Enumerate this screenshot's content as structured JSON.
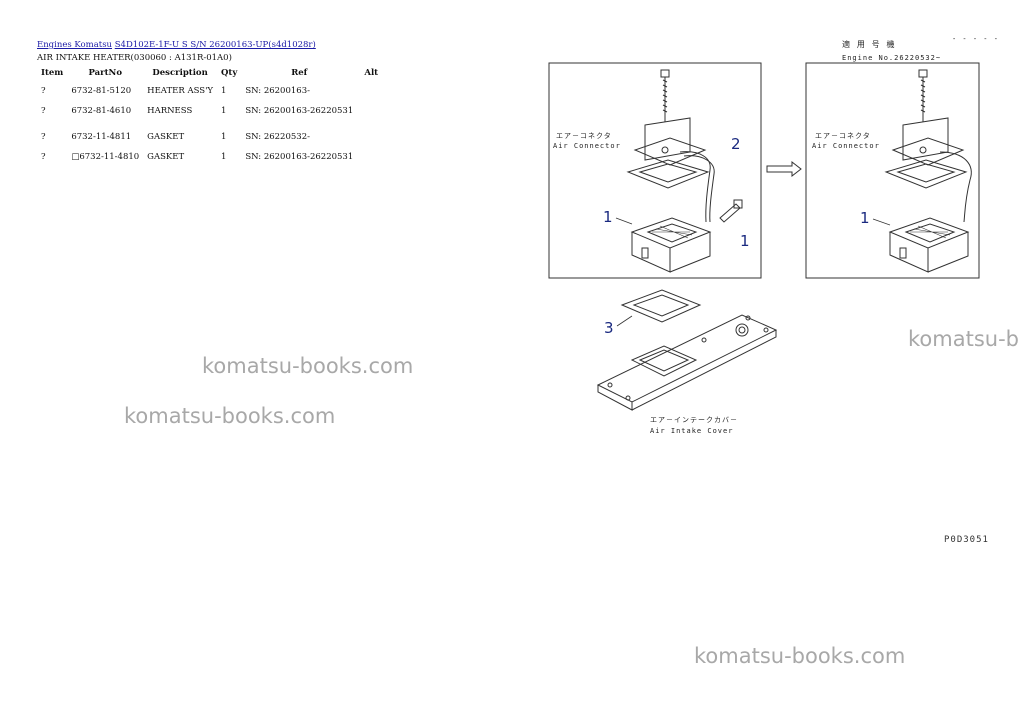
{
  "breadcrumb": {
    "link1": "Engines Komatsu",
    "link2": "S4D102E-1F-U S S/N 26200163-UP(s4d1028r)"
  },
  "subtitle": "AIR INTAKE HEATER(030060 : A131R-01A0)",
  "table": {
    "headers": [
      "Item",
      "PartNo",
      "Description",
      "Qty",
      "Ref",
      "Alt"
    ],
    "rows": [
      {
        "item": "?",
        "partno": "6732-81-5120",
        "description": "HEATER ASS'Y",
        "qty": "1",
        "ref": "SN: 26200163-",
        "alt": ""
      },
      {
        "item": "?",
        "partno": "6732-81-4610",
        "description": "HARNESS",
        "qty": "1",
        "ref": "SN: 26200163-26220531",
        "alt": ""
      },
      {
        "item": "?",
        "partno": "6732-11-4811",
        "description": "GASKET",
        "qty": "1",
        "ref": "SN: 26220532-",
        "alt": ""
      },
      {
        "item": "?",
        "partno": "□6732-11-4810",
        "description": "GASKET",
        "qty": "1",
        "ref": "SN: 26200163-26220531",
        "alt": ""
      }
    ]
  },
  "diagram": {
    "applicable_label": "適 用 号 機",
    "engine_no": "Engine No.26220532~",
    "dashes": "- - - - -",
    "air_connector_jp": "エア－コネクタ",
    "air_connector_en": "Air Connector",
    "air_intake_cover_jp": "エア－インテークカバ－",
    "air_intake_cover_en": "Air Intake Cover",
    "arrow": "⇒",
    "callouts": {
      "one_a": "1",
      "two": "2",
      "one_b": "1",
      "three": "3",
      "one_c": "1"
    }
  },
  "figure_code": "P0D3051",
  "watermarks": [
    "komatsu-books.com",
    "komatsu-books.com",
    "komatsu-b",
    "komatsu-books.com"
  ]
}
